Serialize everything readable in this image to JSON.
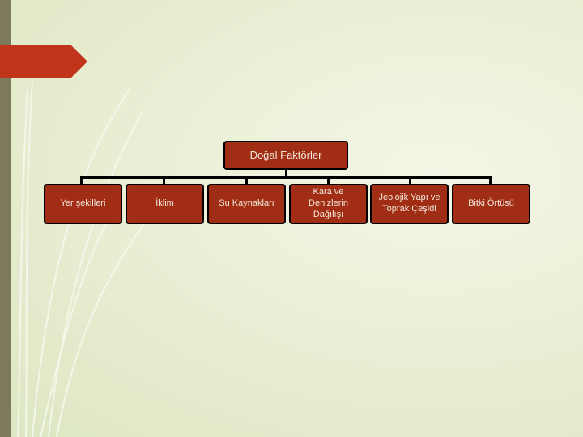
{
  "colors": {
    "box_fill": "#a12e14",
    "box_text": "#f2e8dc",
    "accent": "#c0351a",
    "left_bar": "#7d7a5b",
    "background": "#e8eed2"
  },
  "diagram": {
    "root": "Doğal Faktörler",
    "children": [
      "Yer şekilleri",
      "İklim",
      "Su Kaynakları",
      "Kara ve\nDenizlerin\nDağılışı",
      "Jeolojik Yapı ve\nToprak Çeşidi",
      "Bitki Örtüsü"
    ]
  }
}
